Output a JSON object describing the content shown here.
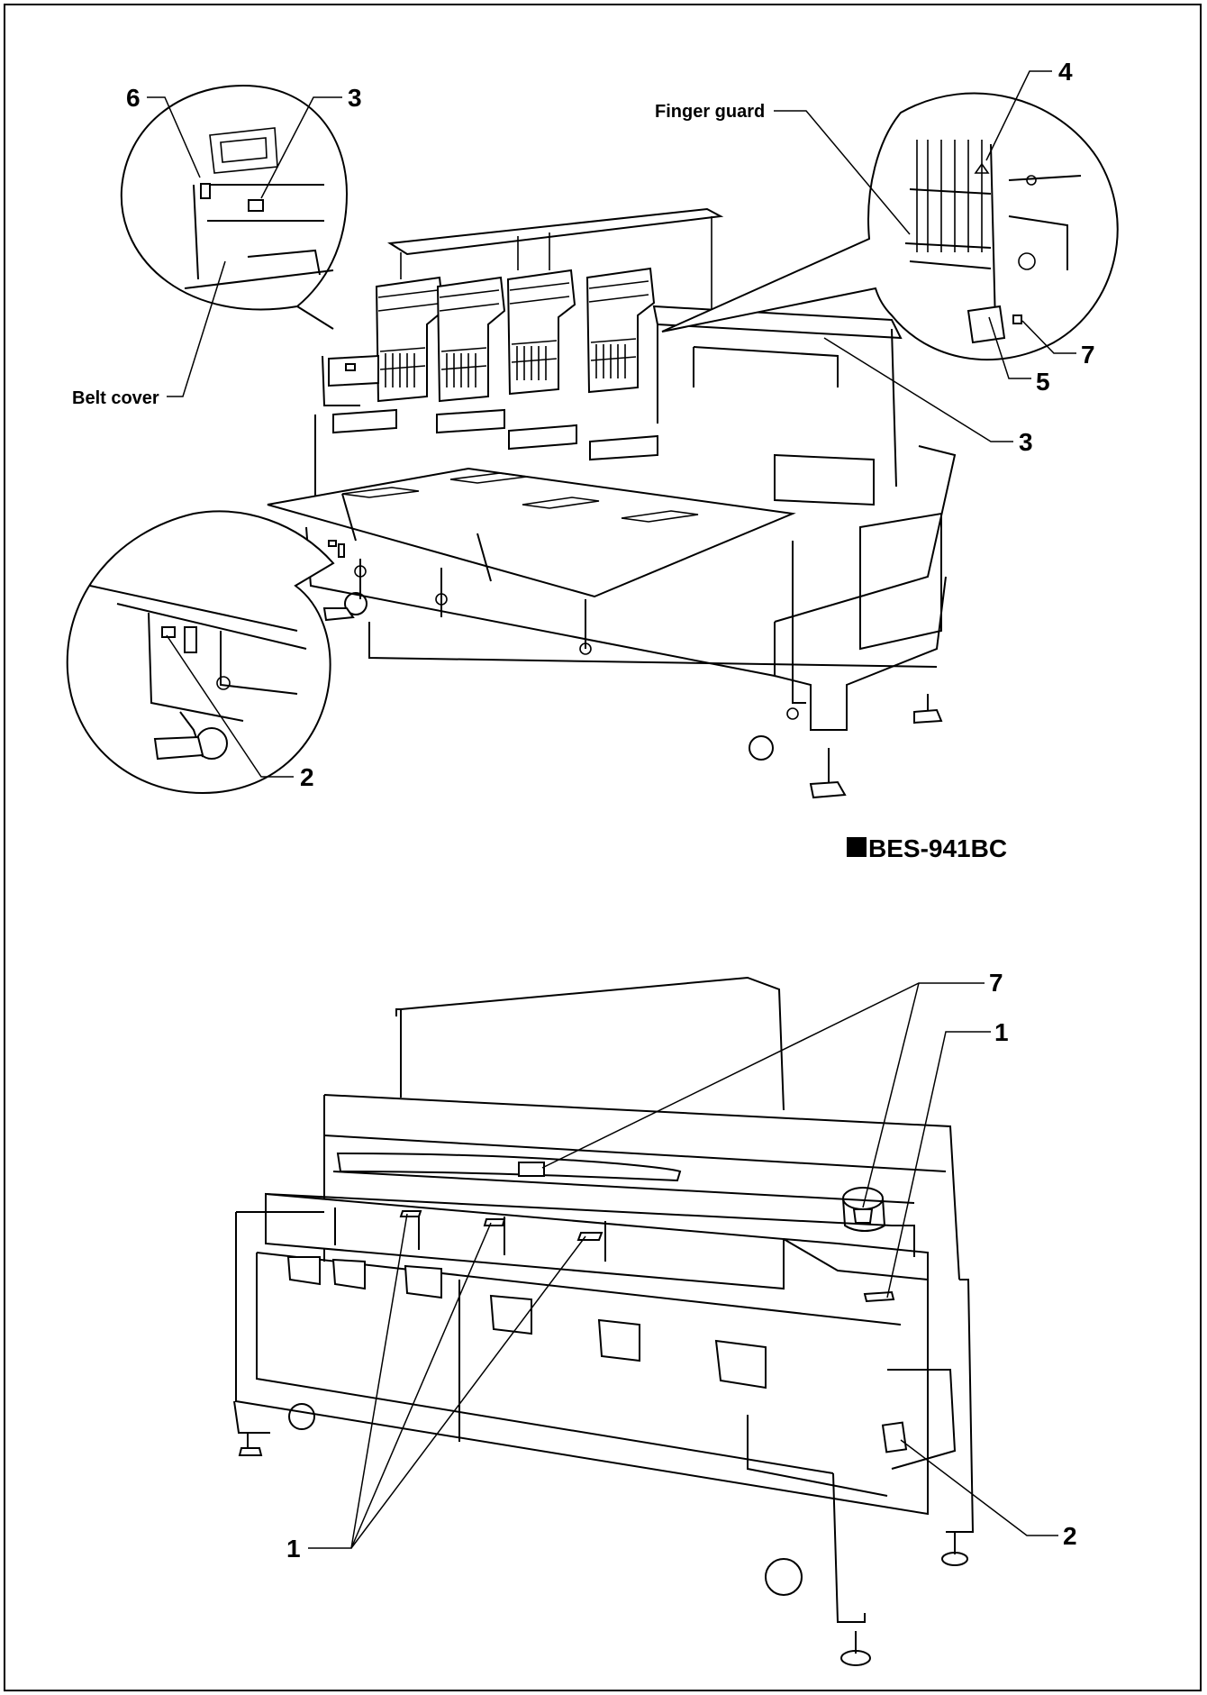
{
  "top_figure": {
    "callouts": {
      "c6": "6",
      "c3_left": "3",
      "c4": "4",
      "c3_right": "3",
      "c7": "7",
      "c5": "5",
      "c2": "2"
    },
    "labels": {
      "finger_guard": "Finger guard",
      "belt_cover": "Belt cover"
    },
    "model_name": "BES-941BC"
  },
  "bottom_figure": {
    "callouts": {
      "c7": "7",
      "c1_top": "1",
      "c2": "2",
      "c1_bottom": "1"
    }
  },
  "colors": {
    "line": "#000000",
    "background": "#ffffff"
  }
}
